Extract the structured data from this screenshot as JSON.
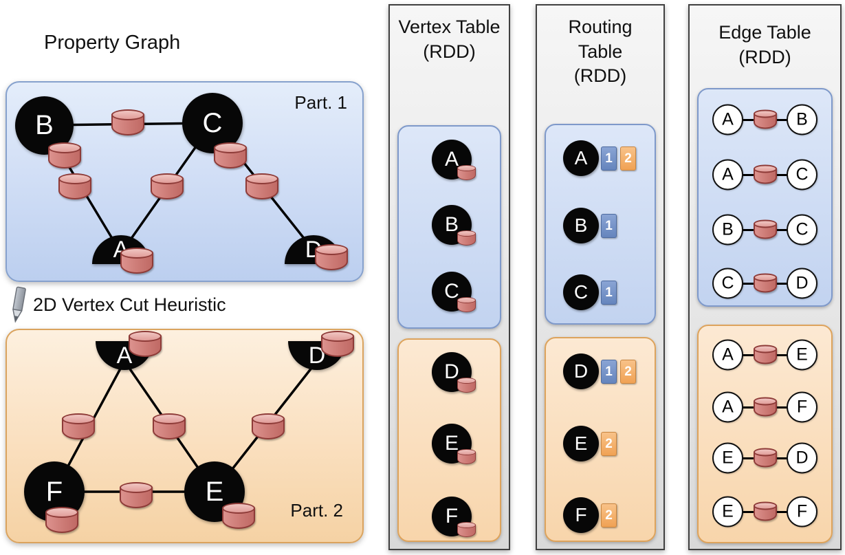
{
  "left_panel": {
    "title": "Property Graph",
    "cut_label": "2D Vertex Cut Heuristic",
    "part1": {
      "label": "Part. 1",
      "vertices": [
        "B",
        "C",
        "A",
        "D"
      ]
    },
    "part2": {
      "label": "Part. 2",
      "vertices": [
        "A",
        "D",
        "F",
        "E"
      ]
    }
  },
  "vertex_table": {
    "title": "Vertex Table",
    "subtitle": "(RDD)",
    "part1_vertices": [
      "A",
      "B",
      "C"
    ],
    "part2_vertices": [
      "D",
      "E",
      "F"
    ]
  },
  "routing_table": {
    "title": "Routing Table",
    "subtitle": "(RDD)",
    "part1_entries": [
      {
        "vertex": "A",
        "partitions": [
          "1",
          "2"
        ]
      },
      {
        "vertex": "B",
        "partitions": [
          "1"
        ]
      },
      {
        "vertex": "C",
        "partitions": [
          "1"
        ]
      }
    ],
    "part2_entries": [
      {
        "vertex": "D",
        "partitions": [
          "1",
          "2"
        ]
      },
      {
        "vertex": "E",
        "partitions": [
          "2"
        ]
      },
      {
        "vertex": "F",
        "partitions": [
          "2"
        ]
      }
    ]
  },
  "edge_table": {
    "title": "Edge Table",
    "subtitle": "(RDD)",
    "part1_edges": [
      [
        "A",
        "B"
      ],
      [
        "A",
        "C"
      ],
      [
        "B",
        "C"
      ],
      [
        "C",
        "D"
      ]
    ],
    "part2_edges": [
      [
        "A",
        "E"
      ],
      [
        "A",
        "F"
      ],
      [
        "E",
        "D"
      ],
      [
        "E",
        "F"
      ]
    ]
  },
  "colors": {
    "partition1_fill": "#cddcf4",
    "partition1_border": "#86a1cd",
    "partition2_fill": "#f9ddb6",
    "partition2_border": "#daa35e",
    "cylinder_fill": "#cc7a75",
    "cylinder_border": "#8e3b38",
    "routing_box_blue": "#6f8fc5",
    "routing_box_orange": "#f2a95f",
    "vertex_fill": "#070707"
  }
}
